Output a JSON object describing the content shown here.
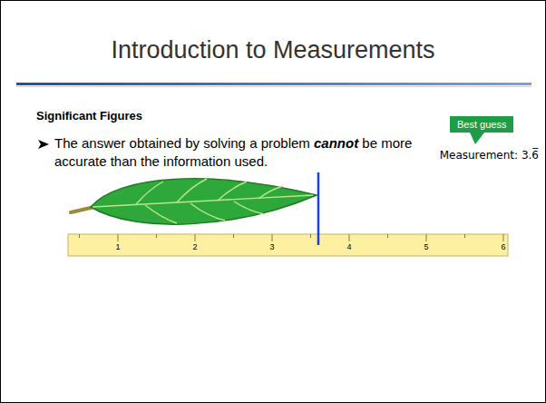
{
  "diagram": {
    "title": "Introduction to Measurements",
    "nodes": [
      {
        "text": [
          "Best guess"
        ]
      }
    ],
    "labels": [
      "Significant Figures",
      "The answer obtained by solving a problem",
      "cannot",
      "be more accurate than the information used.",
      "Measurement: 3.6̅",
      "1",
      "2",
      "3",
      "4",
      "5",
      "6"
    ]
  }
}
